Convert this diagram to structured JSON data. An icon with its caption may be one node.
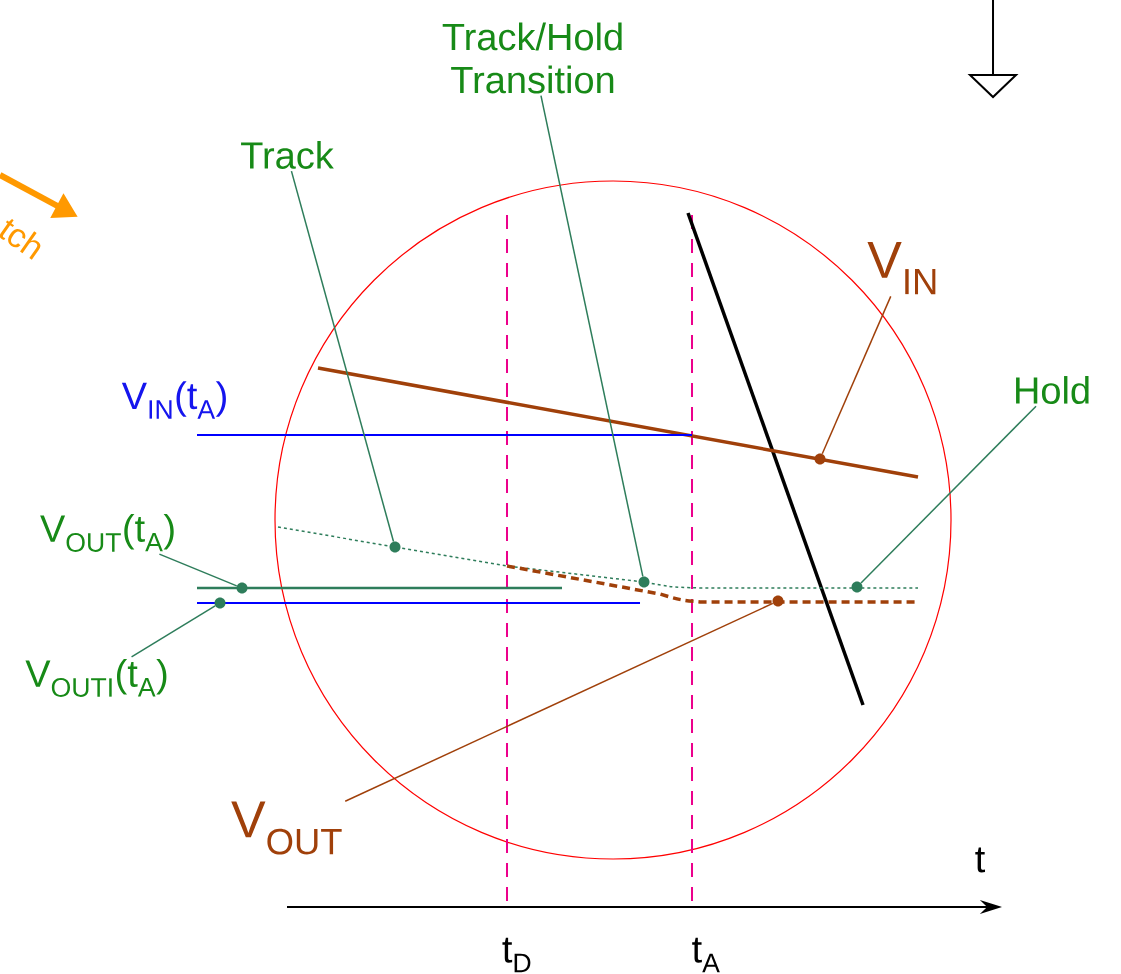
{
  "diagram": {
    "nodes": [
      {
        "text": [
          "Track/Hold Transition"
        ]
      },
      {
        "text": [
          "Track"
        ]
      },
      {
        "text": [
          "V$_{IN}$"
        ]
      },
      {
        "text": [
          "Hold"
        ]
      },
      {
        "text": [
          "V$_{OUT}$(t$_{A}$)"
        ]
      },
      {
        "text": [
          "V$_{OUTI}$(t$_{A}$)"
        ]
      },
      {
        "text": [
          "V$_{OUT}$"
        ]
      },
      {
        "text": [],
        "shape": "circle"
      },
      {
        "text": [],
        "shape": "circle"
      },
      {
        "text": [],
        "shape": "circle"
      },
      {
        "text": [],
        "shape": "circle"
      },
      {
        "text": [],
        "shape": "circle"
      },
      {
        "text": [],
        "shape": "circle"
      },
      {
        "text": [],
        "shape": "circle"
      }
    ],
    "edges": [
      {
        "from": 0,
        "to": 10,
        "arrow": "none"
      },
      {
        "from": 1,
        "to": 9,
        "arrow": "none"
      },
      {
        "from": 2,
        "to": 12,
        "arrow": "none",
        "color": "#a0400a"
      },
      {
        "from": 3,
        "to": 13,
        "arrow": "none"
      },
      {
        "from": 4,
        "to": 8,
        "arrow": "none"
      },
      {
        "from": 5,
        "to": 7,
        "arrow": "none"
      },
      {
        "from": 6,
        "to": 11,
        "arrow": "none",
        "color": "#a0400a"
      }
    ],
    "labels": [
      "tch",
      "V$_{IN}$(t$_{A}$)",
      "t",
      "t$_{D}$",
      "t$_{A}$"
    ]
  }
}
